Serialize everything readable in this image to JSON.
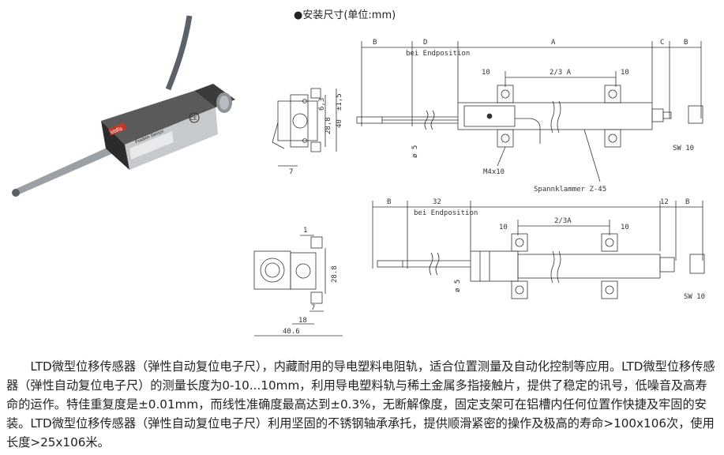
{
  "title": "●安装尺寸(单位:mm)",
  "product": {
    "brand": "Volfa",
    "label": "Position Sensor",
    "ce": "CE"
  },
  "drawing_top": {
    "dim_b_left": "B",
    "dim_d": "D",
    "dim_a": "A",
    "dim_c": "C",
    "dim_b_right": "B",
    "endpos": "bei Endposition",
    "two_thirds": "2/3 A",
    "ten_left": "10",
    "ten_right": "10",
    "dim_28_8": "28,8",
    "dim_40": "40",
    "dim_6_3": "6,3",
    "dim_1_5": "±1,5",
    "dim_7": "7",
    "phi5": "ø 5",
    "sw10": "SW 10",
    "m4x10": "M4x10",
    "clamp": "Spannklammer Z-45"
  },
  "drawing_bottom": {
    "dim_b_left": "B",
    "dim_32": "32",
    "dim_12": "12",
    "dim_b_right": "B",
    "endpos": "bei Endposition",
    "two_thirds": "2/3A",
    "ten_left": "10",
    "ten_right": "10",
    "dim_1": "1",
    "dim_28_8": "28.8",
    "dim_7": "7",
    "dim_18": "18",
    "dim_40_6": "40.6",
    "phi5": "ø 5",
    "sw10": "SW 10"
  },
  "description": "LTD微型位移传感器（弹性自动复位电子尺），内藏耐用的导电塑料电阻轨，适合位置测量及自动化控制等应用。LTD微型位移传感器（弹性自动复位电子尺）的测量长度为0-10...10mm，利用导电塑料轨与稀土金属多指接触片，提供了稳定的讯号，低噪音及高寿命的运作。特佳重复度是±0.01mm，而线性准确度最高达到±0.3%，无断解像度，固定支架可在铝槽内任何位置作快捷及牢固的安装。LTD微型位移传感器（弹性自动复位电子尺）利用坚固的不锈钢轴承承托，提供顺滑紧密的操作及极高的寿命>100x106次，使用长度>25x106米。"
}
